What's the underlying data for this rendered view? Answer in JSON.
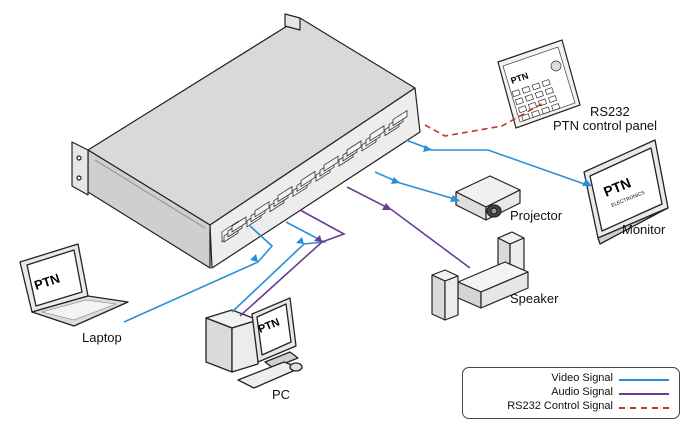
{
  "labels": {
    "rs232_panel_line1": "RS232",
    "rs232_panel_line2": "PTN  control panel",
    "projector": "Projector",
    "monitor": "Monitor",
    "speaker": "Speaker",
    "laptop": "Laptop",
    "pc": "PC"
  },
  "logos": {
    "brand": "PTN",
    "brand_sub": "ELECTRONICS"
  },
  "legend": {
    "items": [
      {
        "label": "Video Signal",
        "color": "#2a8fd6",
        "style": "solid"
      },
      {
        "label": "Audio Signal",
        "color": "#6a3d8f",
        "style": "solid"
      },
      {
        "label": "RS232 Control Signal",
        "color": "#c0392b",
        "style": "dashed"
      }
    ]
  },
  "colors": {
    "video": "#2a8fd6",
    "audio": "#6a3d8f",
    "rs232": "#c0392b",
    "device_outline": "#222222"
  }
}
